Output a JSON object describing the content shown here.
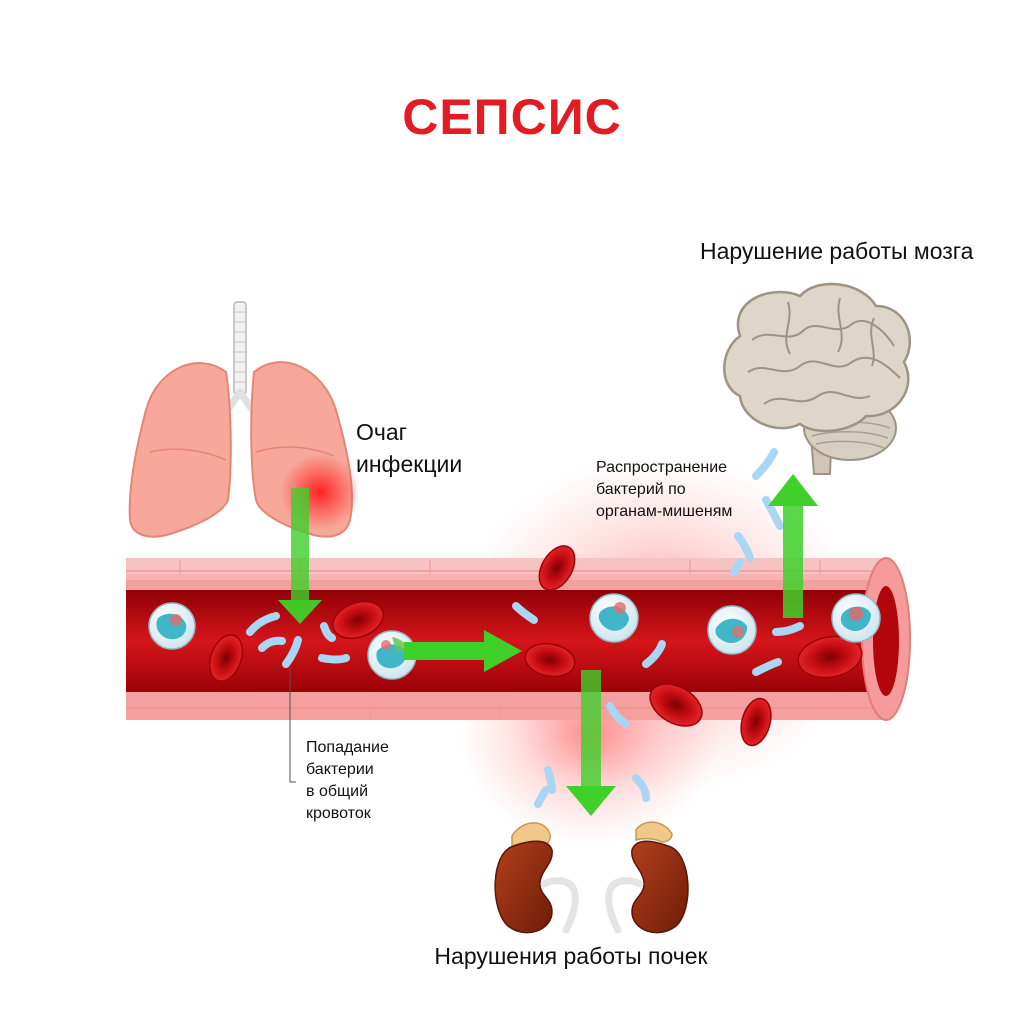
{
  "title": "СЕПСИС",
  "labels": {
    "brain": "Нарушение работы мозга",
    "infection_focus": "Очаг\nинфекции",
    "spread": "Распространение\nбактерий по\nорганам-мишеням",
    "entry": "Попадание\nбактерии\nв общий\nкровоток",
    "kidneys": "Нарушения работы почек"
  },
  "colors": {
    "title": "#e31b23",
    "arrow": "#3fd02a",
    "vessel": "#c90f14",
    "vessel_wall": "#f8b2b2",
    "red_cell": "#c40c12",
    "bacteria": "#a9d6f5",
    "white_cell": "#3fb7c9",
    "lung": "#f7a89a",
    "brain": "#ddd6c9",
    "kidney": "#8e2a12"
  },
  "icons": [
    "lungs-icon",
    "brain-icon",
    "kidney-icon",
    "blood-vessel-icon",
    "red-blood-cell-icon",
    "white-blood-cell-icon",
    "bacteria-icon",
    "green-arrow-icon"
  ]
}
